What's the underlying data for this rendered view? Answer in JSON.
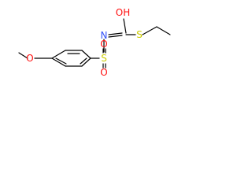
{
  "molecule": {
    "atoms": {
      "methoxy_oxygen": "O",
      "sulfur_sulfonyl": "S",
      "sulfonyl_oxygen_top": "O",
      "sulfonyl_oxygen_bottom": "O",
      "nitrogen": "N",
      "hydroxyl": "OH",
      "thioether_sulfur": "S"
    },
    "colors": {
      "bond": "#000000",
      "oxygen": "#ff0d0d",
      "nitrogen": "#3050f8",
      "sulfur": "#cccc00"
    }
  }
}
